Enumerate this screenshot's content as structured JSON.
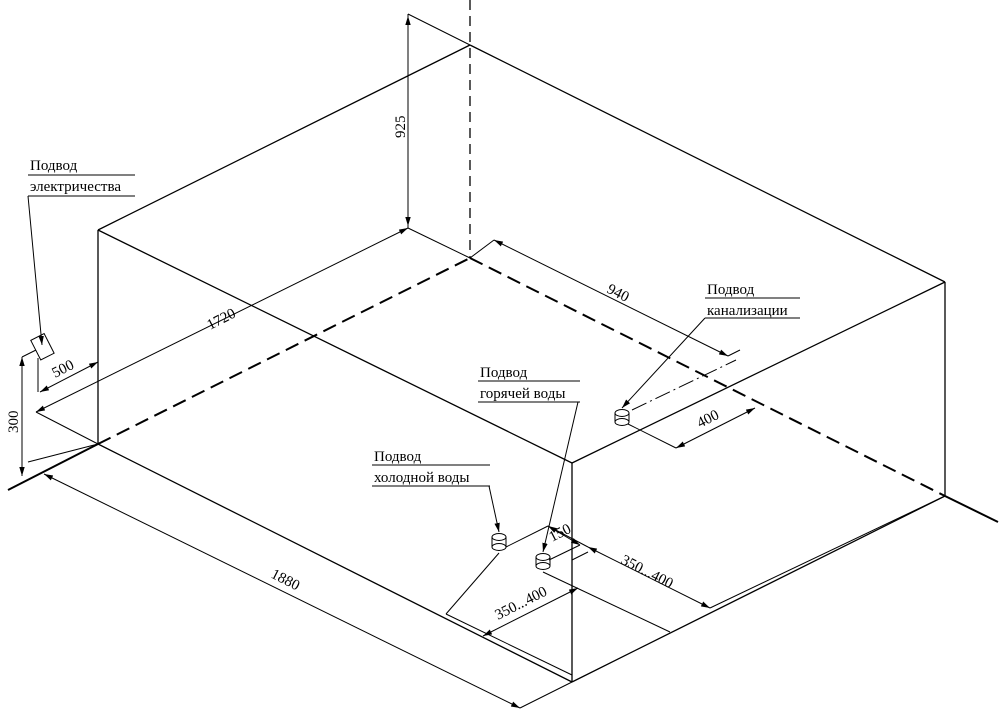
{
  "dimensions": {
    "height": "925",
    "width": "1720",
    "length": "1880",
    "drain_offset": "940",
    "drain_side": "400",
    "electric_height": "300",
    "electric_offset": "500",
    "valve_gap": "150",
    "valve_range_a": "350...400",
    "valve_range_b": "350...400"
  },
  "labels": {
    "electric": {
      "line1": "Подвод",
      "line2": "электричества"
    },
    "drain": {
      "line1": "Подвод",
      "line2": "канализации"
    },
    "hot_water": {
      "line1": "Подвод",
      "line2": "горячей воды"
    },
    "cold_water": {
      "line1": "Подвод",
      "line2": "холодной воды"
    }
  }
}
